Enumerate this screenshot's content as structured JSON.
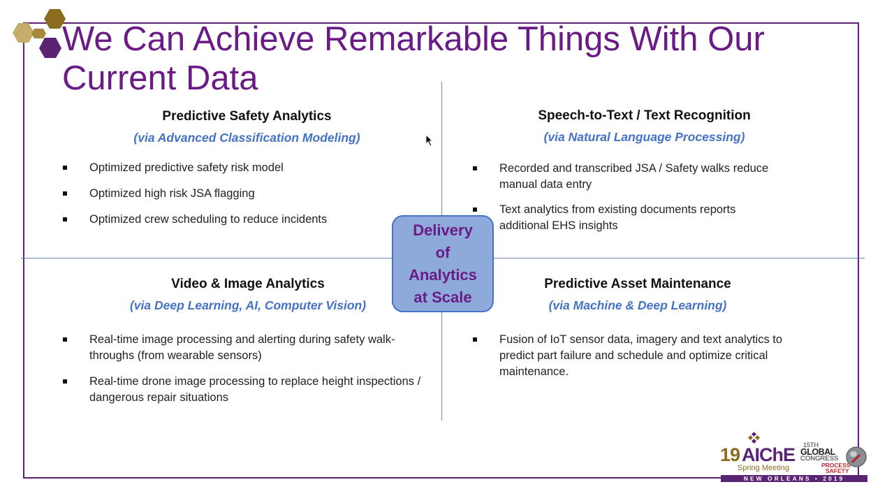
{
  "slide": {
    "title": "We Can Achieve Remarkable Things With Our Current Data",
    "center_label": "Delivery of Analytics at Scale",
    "quadrants": {
      "top_left": {
        "heading": "Predictive Safety Analytics",
        "subheading": "(via Advanced Classification Modeling)",
        "bullets": [
          "Optimized predictive safety risk model",
          "Optimized high risk JSA flagging",
          "Optimized crew scheduling to reduce incidents"
        ]
      },
      "top_right": {
        "heading": "Speech-to-Text / Text Recognition",
        "subheading": "(via Natural Language Processing)",
        "bullets": [
          "Recorded and transcribed JSA / Safety walks reduce manual data entry",
          "Text analytics from existing documents reports additional EHS insights"
        ]
      },
      "bottom_left": {
        "heading": "Video & Image Analytics",
        "subheading": "(via Deep Learning, AI, Computer Vision)",
        "bullets": [
          "Real-time image processing and alerting during safety walk-throughs (from wearable sensors)",
          "Real-time drone image processing to replace height inspections / dangerous repair situations"
        ]
      },
      "bottom_right": {
        "heading": "Predictive Asset Maintenance",
        "subheading": "(via Machine & Deep Learning)",
        "bullets": [
          "Fusion of IoT sensor data, imagery and text analytics to predict part failure and schedule and optimize critical maintenance."
        ]
      }
    }
  },
  "logo": {
    "number": "19",
    "name": "AIChE",
    "event": "Spring Meeting",
    "congress_ordinal": "15TH",
    "congress_line1": "GLOBAL",
    "congress_line2": "CONGRESS",
    "congress_line3": "PROCESS",
    "congress_line4": "SAFETY",
    "location": "NEW ORLEANS • 2019"
  },
  "colors": {
    "title_purple": "#6a1b86",
    "accent_blue": "#4472c4",
    "box_fill": "#8eaadb",
    "gold": "#8c6d1f"
  },
  "icons": [
    "hexagon-logo-icon",
    "mouse-cursor-icon",
    "aiche-diamond-icon",
    "globe-icon"
  ]
}
